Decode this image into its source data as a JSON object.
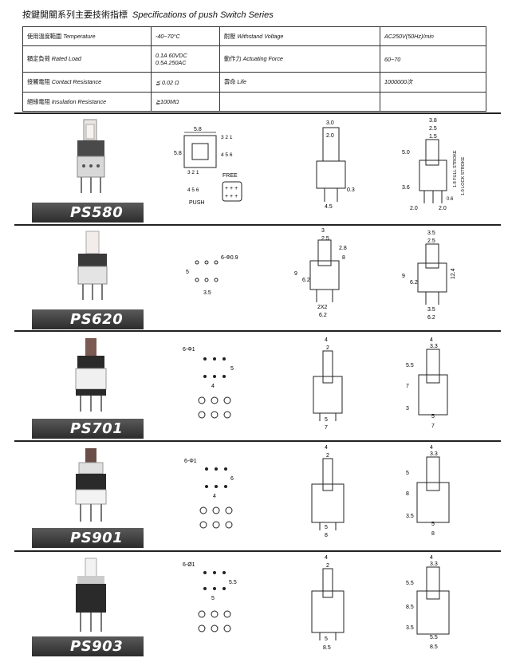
{
  "header": {
    "title_cn": "按鍵開關系列主要技術指標",
    "title_en": "Specifications of push Switch Series"
  },
  "specs": [
    {
      "label_cn": "使用溫度範圍",
      "label_en": "Temperature",
      "value": "-40~70°C",
      "label2_cn": "耐壓",
      "label2_en": "Withstand Voltage",
      "value2": "AC250V(50Hz)/min"
    },
    {
      "label_cn": "額定負荷",
      "label_en": "Rated Load",
      "value": "0.1A 60VDC",
      "value_b": "0.5A 250AC",
      "label2_cn": "動作力",
      "label2_en": "Actuating Force",
      "value2": "60~70"
    },
    {
      "label_cn": "接觸電阻",
      "label_en": "Contact Resistance",
      "value": "≦ 0.02 Ω",
      "label2_cn": "壽命",
      "label2_en": "Life",
      "value2": "1000000次"
    },
    {
      "label_cn": "絕緣電阻",
      "label_en": "Insulation Resistance",
      "value": "≧100MΩ"
    }
  ],
  "models": [
    {
      "name": "PS580",
      "pin_spec": "",
      "dims": [
        "5.8",
        "5.8",
        "3.0",
        "2.0",
        "0.3",
        "4.5",
        "3.8",
        "2.5",
        "1.5",
        "5.0",
        "3.6",
        "2.0",
        "2.0",
        "0.6"
      ],
      "notes": [
        "1.8 FULL STROKE",
        "1.0 LOCK STROKE",
        "PUSH",
        "FREE"
      ],
      "pins": [
        "3 2 1",
        "4 5 6",
        "3 2 1",
        "4 5 6"
      ]
    },
    {
      "name": "PS620",
      "pin_spec": "6-Φ0.9",
      "dims": [
        "5",
        "3.5",
        "3",
        "2.5",
        "2.8",
        "8",
        "9",
        "6.2",
        "2X2",
        "6.2",
        "3.5",
        "2.5",
        "9",
        "6.2",
        "12.4",
        "3.5",
        "6.2"
      ]
    },
    {
      "name": "PS701",
      "pin_spec": "6-Φ1",
      "dims": [
        "5",
        "4",
        "4",
        "2",
        "5",
        "7",
        "4",
        "3.3",
        "5.5",
        "7",
        "3",
        "5",
        "7"
      ]
    },
    {
      "name": "PS901",
      "pin_spec": "6-Φ1",
      "dims": [
        "6",
        "4",
        "4",
        "2",
        "5",
        "8",
        "4",
        "3.3",
        "5",
        "8",
        "3.5",
        "5",
        "8"
      ]
    },
    {
      "name": "PS903",
      "pin_spec": "6-Ø1",
      "dims": [
        "5.5",
        "5",
        "4",
        "2",
        "5",
        "8.5",
        "4",
        "3.3",
        "5.5",
        "8.5",
        "3.5",
        "5.5",
        "8.5"
      ]
    }
  ]
}
